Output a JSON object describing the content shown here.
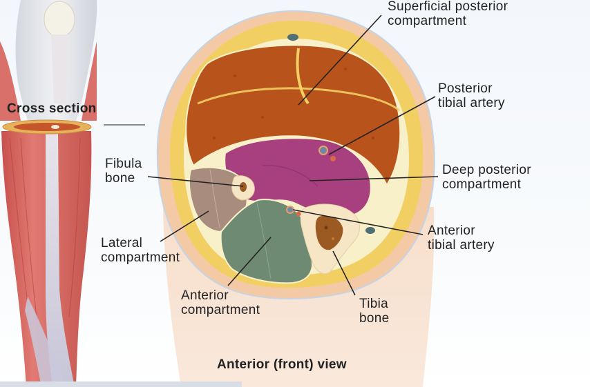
{
  "labels": {
    "superficial_posterior": [
      "Superficial posterior",
      "compartment"
    ],
    "posterior_tibial_artery": [
      "Posterior",
      "tibial artery"
    ],
    "deep_posterior": [
      "Deep posterior",
      "compartment"
    ],
    "anterior_tibial_artery": [
      "Anterior",
      "tibial artery"
    ],
    "tibia_bone": [
      "Tibia",
      "bone"
    ],
    "anterior_compartment": [
      "Anterior",
      "compartment"
    ],
    "lateral_compartment": [
      "Lateral",
      "compartment"
    ],
    "fibula_bone": [
      "Fibula",
      "bone"
    ],
    "cross_section": "Cross section",
    "view_caption": "Anterior (front) view"
  },
  "colors": {
    "superficial_posterior": "#b9531c",
    "deep_posterior": "#a8407f",
    "anterior": "#6f8a72",
    "lateral": "#a88c7e",
    "fat_layer": "#f2cf63",
    "skin": "#f4c9a6",
    "bone": "#f7e6c6",
    "tibia_marrow": "#9a5a22",
    "fascia": "#f7f0c8",
    "leg_muscle": "#d9706a"
  }
}
